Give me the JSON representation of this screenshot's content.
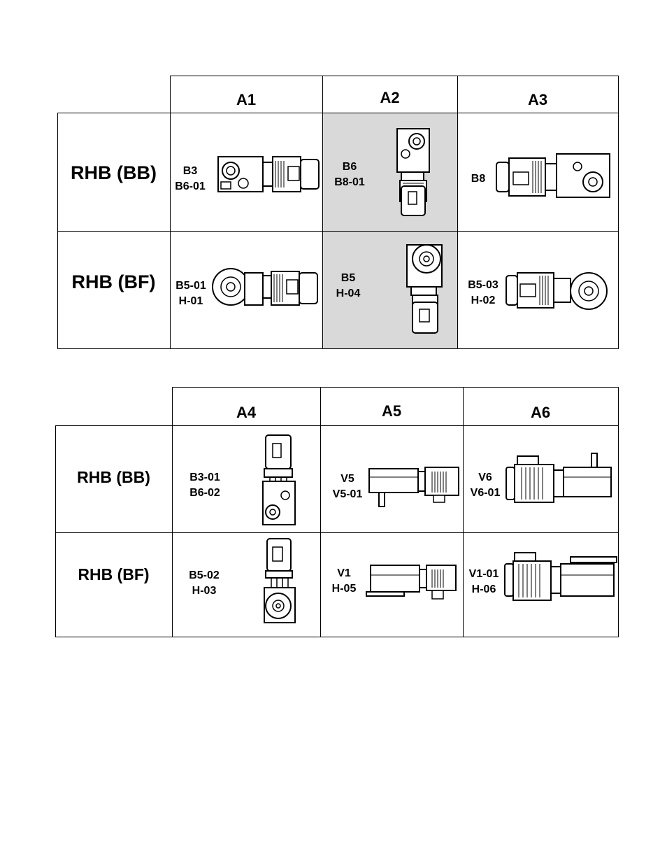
{
  "table1": {
    "columns": [
      "A1",
      "A2",
      "A3"
    ],
    "rows": [
      {
        "label": "RHB (BB)",
        "cells": [
          [
            "B3",
            "B6-01"
          ],
          [
            "B6",
            "B8-01"
          ],
          [
            "B8"
          ]
        ]
      },
      {
        "label": "RHB (BF)",
        "cells": [
          [
            "B5-01",
            "H-01"
          ],
          [
            "B5",
            "H-04"
          ],
          [
            "B5-03",
            "H-02"
          ]
        ]
      }
    ]
  },
  "table2": {
    "columns": [
      "A4",
      "A5",
      "A6"
    ],
    "rows": [
      {
        "label": "RHB (BB)",
        "cells": [
          [
            "B3-01",
            "B6-02"
          ],
          [
            "V5",
            "V5-01"
          ],
          [
            "V6",
            "V6-01"
          ]
        ]
      },
      {
        "label": "RHB (BF)",
        "cells": [
          [
            "B5-02",
            "H-03"
          ],
          [
            "V1",
            "H-05"
          ],
          [
            "V1-01",
            "H-06"
          ]
        ]
      }
    ]
  },
  "colors": {
    "shaded_column": "#d9d9d9",
    "lines": "#000000"
  }
}
